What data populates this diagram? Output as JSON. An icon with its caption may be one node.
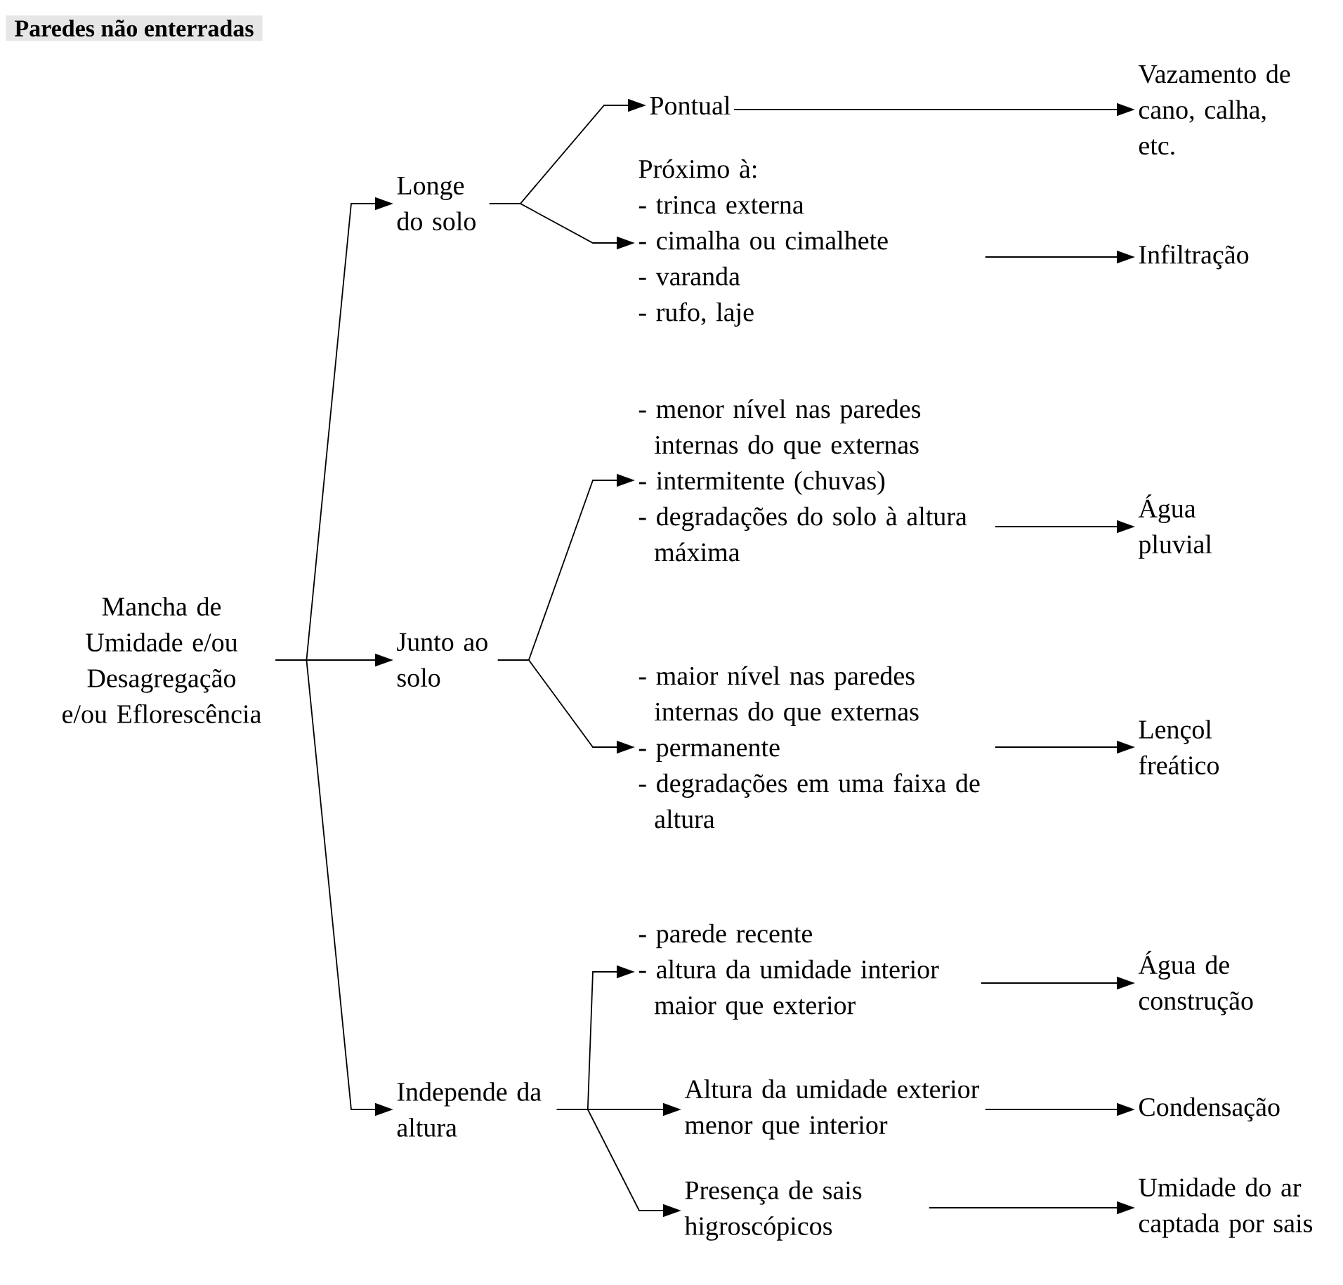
{
  "diagram": {
    "title": "Paredes não enterradas",
    "nodes": [
      {
        "text": [
          "Mancha de Umidade e/ou Desagregação e/ou Eflorescência"
        ]
      },
      {
        "text": [
          "Longe do solo"
        ]
      },
      {
        "text": [
          "Junto ao solo"
        ]
      },
      {
        "text": [
          "Independe da altura"
        ]
      },
      {
        "text": [
          "Pontual"
        ]
      },
      {
        "text": [
          "Próximo à:",
          "- trinca externa",
          "- cimalha ou cimalhete",
          "- varanda",
          "- rufo, laje"
        ]
      },
      {
        "text": [
          "- menor nível nas paredes internas do que externas",
          "- intermitente (chuvas)",
          "- degradações do solo à altura máxima"
        ]
      },
      {
        "text": [
          "- maior nível nas paredes internas do que externas",
          "- permanente",
          "- degradações em uma faixa de altura"
        ]
      },
      {
        "text": [
          "- parede recente",
          "- altura da umidade interior maior que exterior"
        ]
      },
      {
        "text": [
          "Altura da umidade exterior menor que interior"
        ]
      },
      {
        "text": [
          "Presença de sais higroscópicos"
        ]
      },
      {
        "text": [
          "Vazamento de cano, calha, etc."
        ]
      },
      {
        "text": [
          "Infiltração"
        ]
      },
      {
        "text": [
          "Água pluvial"
        ]
      },
      {
        "text": [
          "Lençol freático"
        ]
      },
      {
        "text": [
          "Água de construção"
        ]
      },
      {
        "text": [
          "Condensação"
        ]
      },
      {
        "text": [
          "Umidade do ar captada por sais"
        ]
      }
    ],
    "edges": [
      {
        "from": 0,
        "to": 1,
        "arrow": "to"
      },
      {
        "from": 0,
        "to": 2,
        "arrow": "to"
      },
      {
        "from": 0,
        "to": 3,
        "arrow": "to"
      },
      {
        "from": 1,
        "to": 4,
        "arrow": "to"
      },
      {
        "from": 1,
        "to": 5,
        "arrow": "to"
      },
      {
        "from": 2,
        "to": 6,
        "arrow": "to"
      },
      {
        "from": 2,
        "to": 7,
        "arrow": "to"
      },
      {
        "from": 3,
        "to": 8,
        "arrow": "to"
      },
      {
        "from": 3,
        "to": 9,
        "arrow": "to"
      },
      {
        "from": 3,
        "to": 10,
        "arrow": "to"
      },
      {
        "from": 4,
        "to": 11,
        "arrow": "to"
      },
      {
        "from": 5,
        "to": 12,
        "arrow": "to"
      },
      {
        "from": 6,
        "to": 13,
        "arrow": "to"
      },
      {
        "from": 7,
        "to": 14,
        "arrow": "to"
      },
      {
        "from": 8,
        "to": 15,
        "arrow": "to"
      },
      {
        "from": 9,
        "to": 16,
        "arrow": "to"
      },
      {
        "from": 10,
        "to": 17,
        "arrow": "to"
      }
    ]
  }
}
